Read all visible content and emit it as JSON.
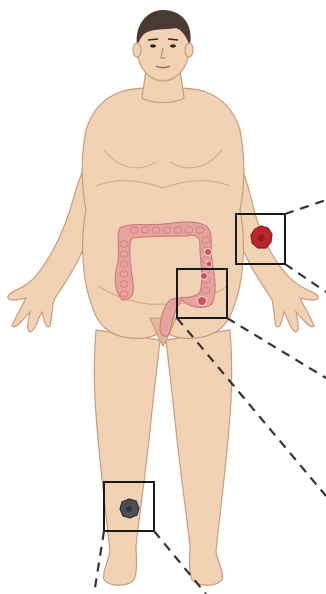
{
  "figure": {
    "subject": "human-figure",
    "colors": {
      "skin": "#f2d2b4",
      "skin_shade": "#e3b795",
      "skin_outline": "#c99c7c",
      "hair": "#4a3a33",
      "colon": "#e7a3a0",
      "colon_shade": "#cf7f7c",
      "lesion_red": "#b8262b",
      "lesion_red_dark": "#8f1a1f",
      "lesion_dark": "#4b4f54",
      "polyp": "#c9555a",
      "frame": "#1a1a1a",
      "leader": "#333333"
    }
  },
  "callouts": [
    {
      "id": "arm-lesion",
      "icon": "red-lesion"
    },
    {
      "id": "colon-polyps",
      "icon": "polyp-cluster"
    },
    {
      "id": "leg-lesion",
      "icon": "dark-lesion"
    }
  ]
}
